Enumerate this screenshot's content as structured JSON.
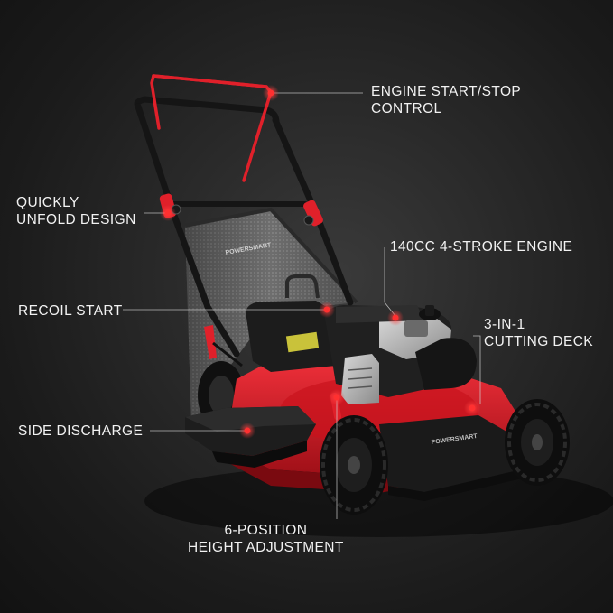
{
  "brand": {
    "name": "POWERSMART"
  },
  "callouts": [
    {
      "id": "start-stop",
      "lines": [
        "ENGINE START/STOP",
        "CONTROL"
      ]
    },
    {
      "id": "unfold",
      "lines": [
        "QUICKLY",
        "UNFOLD DESIGN"
      ]
    },
    {
      "id": "engine",
      "lines": [
        "140CC 4-STROKE ENGINE"
      ]
    },
    {
      "id": "recoil",
      "lines": [
        "RECOIL START"
      ]
    },
    {
      "id": "deck",
      "lines": [
        "3-IN-1",
        "CUTTING DECK"
      ]
    },
    {
      "id": "discharge",
      "lines": [
        "SIDE DISCHARGE"
      ]
    },
    {
      "id": "height",
      "lines": [
        "6-POSITION",
        "HEIGHT ADJUSTMENT"
      ]
    }
  ],
  "colors": {
    "accent": "#e0202a",
    "body": "#1e1e1e",
    "text": "#f2f2f2",
    "bag": "#7a7a7a"
  }
}
